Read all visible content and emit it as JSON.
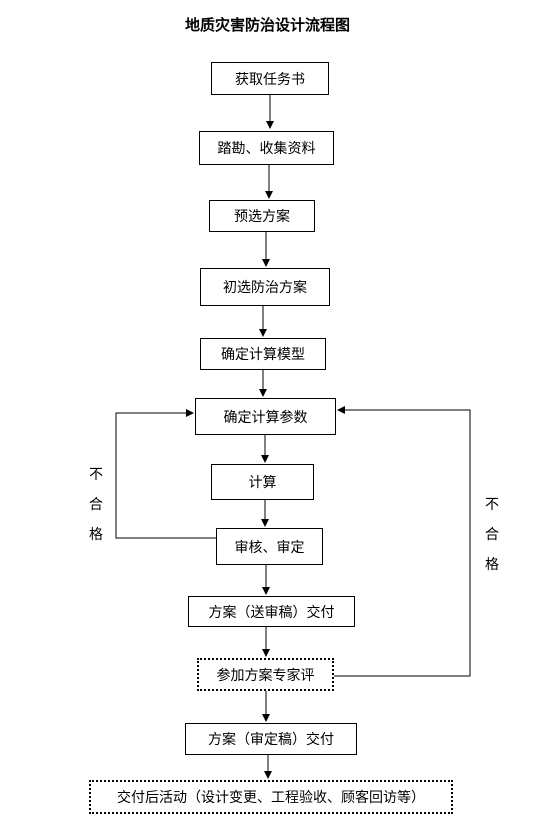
{
  "title": "地质灾害防治设计流程图",
  "steps": [
    "获取任务书",
    "踏勘、收集资料",
    "预选方案",
    "初选防治方案",
    "确定计算模型",
    "确定计算参数",
    "计算",
    "审核、审定",
    "方案（送审稿）交付",
    "参加方案专家评",
    "方案（审定稿）交付",
    "交付后活动（设计变更、工程验收、顾客回访等）"
  ],
  "loops": {
    "left_label": [
      "不",
      "合",
      "格"
    ],
    "right_label": [
      "不",
      "合",
      "格"
    ]
  }
}
